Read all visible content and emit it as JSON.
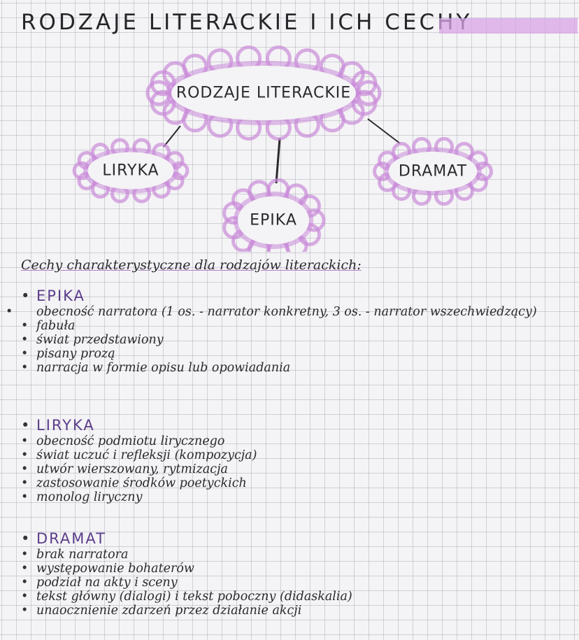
{
  "title": "RODZAJE LITERACKIE I ICH CECHY",
  "colors": {
    "accent": "#d9a6e6",
    "cloud": "#c98ad8",
    "heading": "#5a3d8a"
  },
  "mindmap": {
    "center": "RODZAJE LITERACKIE",
    "left": "LIRYKA",
    "middle": "EPIKA",
    "right": "DRAMAT"
  },
  "intro": "Cechy charakterystyczne dla rodzajów literackich:",
  "sections": [
    {
      "heading": "EPIKA",
      "items": [
        "obecność narratora (1 os. - narrator konkretny, 3 os. - narrator wszechwiedzący)",
        "fabuła",
        "świat przedstawiony",
        "pisany prozą",
        "narracja w formie opisu lub opowiadania"
      ]
    },
    {
      "heading": "LIRYKA",
      "items": [
        "obecność podmiotu lirycznego",
        "świat uczuć i refleksji (kompozycja)",
        "utwór wierszowany, rytmizacja",
        "zastosowanie środków poetyckich",
        "monolog liryczny"
      ]
    },
    {
      "heading": "DRAMAT",
      "items": [
        "brak narratora",
        "występowanie bohaterów",
        "podział na akty i sceny",
        "tekst główny (dialogi) i tekst poboczny (didaskalia)",
        "unaocznienie zdarzeń przez działanie akcji"
      ]
    }
  ]
}
